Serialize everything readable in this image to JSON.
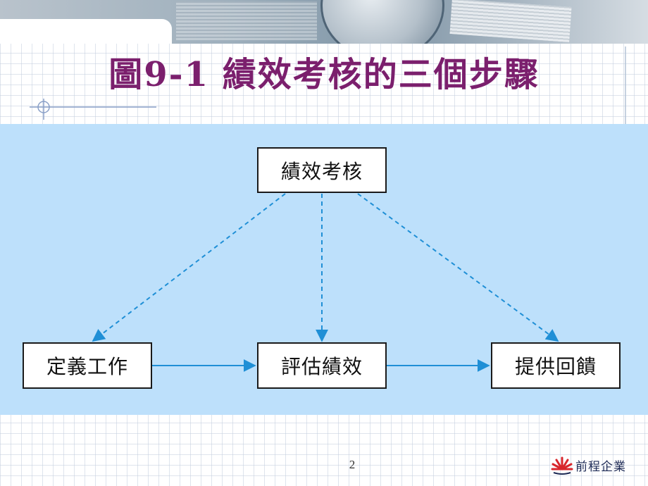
{
  "slide": {
    "title": "圖9-1 績效考核的三個步驟",
    "page_number": "2",
    "publisher": "前程企業"
  },
  "diagram": {
    "top_node": "績效考核",
    "steps": [
      "定義工作",
      "評估績效",
      "提供回饋"
    ]
  },
  "colors": {
    "title": "#7b1f6d",
    "diagram_background": "#bde0fb",
    "arrow": "#1f8fd6",
    "logo_red": "#d8262c"
  }
}
